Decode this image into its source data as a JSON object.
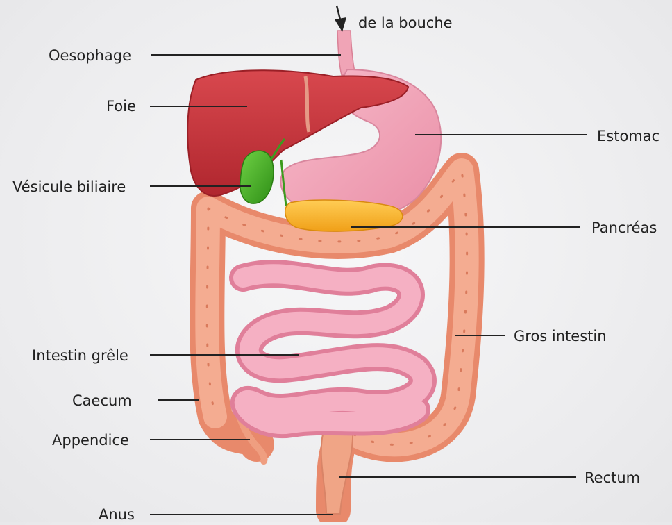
{
  "diagram": {
    "top_note": "de la bouche",
    "labels": {
      "oesophage": "Oesophage",
      "foie": "Foie",
      "vesicule": "Vésicule biliaire",
      "estomac": "Estomac",
      "pancreas": "Pancréas",
      "gros_intestin": "Gros intestin",
      "intestin_grele": "Intestin grêle",
      "caecum": "Caecum",
      "appendice": "Appendice",
      "rectum": "Rectum",
      "anus": "Anus"
    }
  },
  "colors": {
    "liver": "#c8343c",
    "gallbladder": "#3fae1f",
    "stomach": "#f3a9bd",
    "pancreas": "#f6b227",
    "small_intestine": "#f19ab2",
    "large_intestine": "#ef9d7f",
    "line": "#222222"
  }
}
